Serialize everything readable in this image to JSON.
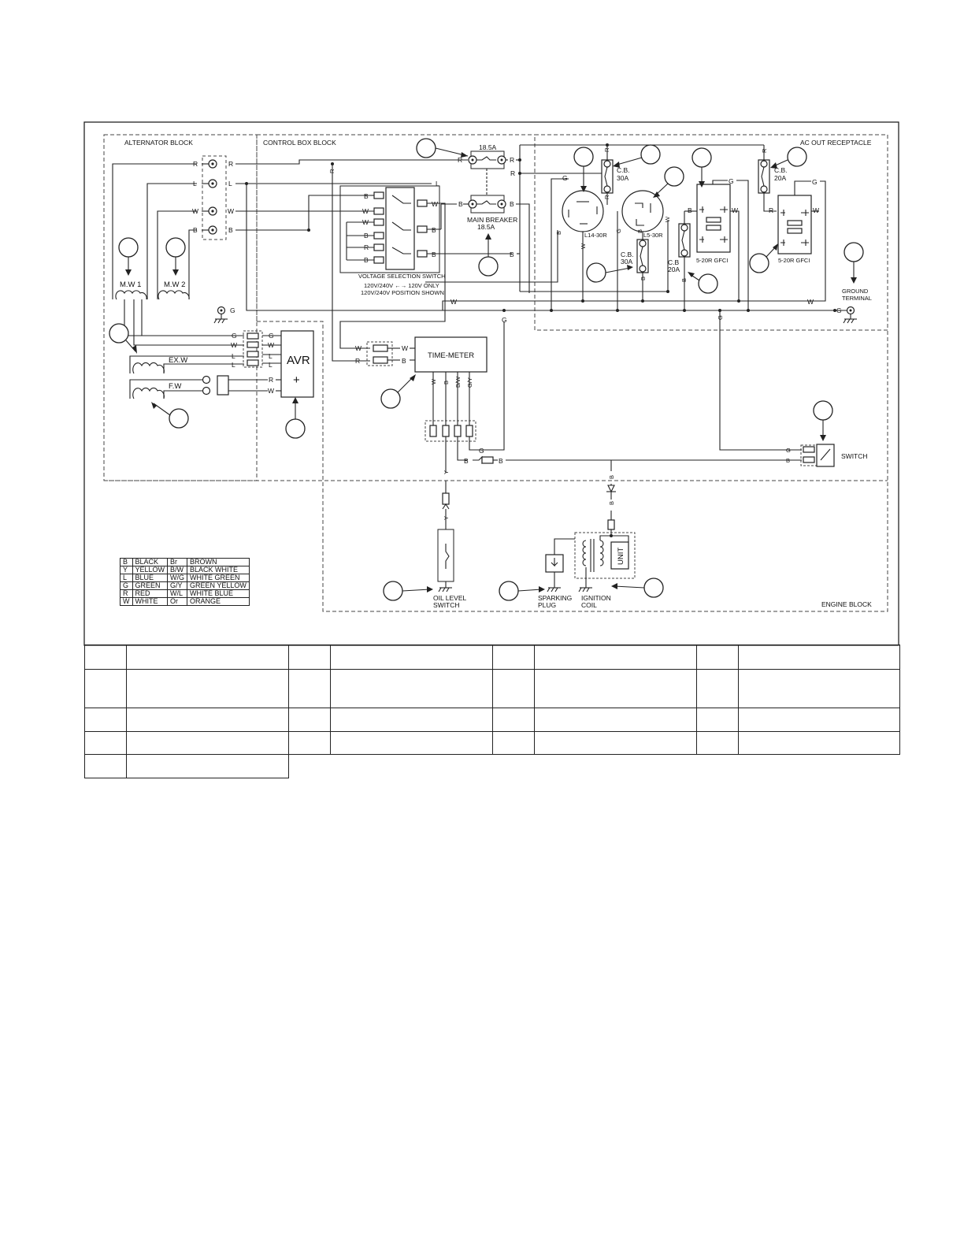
{
  "blocks": {
    "alternator": "ALTERNATOR BLOCK",
    "control_box": "CONTROL BOX BLOCK",
    "ac_out": "AC OUT RECEPTACLE",
    "engine": "ENGINE BLOCK"
  },
  "components": {
    "mw1": "M.W 1",
    "mw2": "M.W 2",
    "exw": "EX.W",
    "fw": "F.W",
    "avr": "AVR",
    "avr_plus": "+",
    "time_meter": "TIME-METER",
    "breaker_top": "18.5A",
    "main_breaker": "MAIN BREAKER",
    "main_breaker_rating": "18.5A",
    "voltage_switch": "VOLTAGE SELECTION SWITCH",
    "voltage_switch_note1": "120V/240V ←→ 120V ONLY",
    "voltage_switch_note2": "120V/240V POSITION SHOWN",
    "l14": "L14-30R",
    "l5": "L5-30R",
    "gfci1": "5-20R GFCI",
    "gfci2": "5-20R GFCI",
    "cb_label": "C.B.",
    "cb_30a": "30A",
    "cb_20a": "20A",
    "cb_label_b": "C.B",
    "ground_terminal_1": "GROUND",
    "ground_terminal_2": "TERMINAL",
    "switch": "SWITCH",
    "oil_level_1": "OIL LEVEL",
    "oil_level_2": "SWITCH",
    "spark_1": "SPARKING",
    "spark_2": "PLUG",
    "ignition_1": "IGNITION",
    "ignition_2": "COIL",
    "unit": "UNIT"
  },
  "wire_codes": {
    "B": "B",
    "L": "L",
    "W": "W",
    "R": "R",
    "G": "G",
    "Y": "Y",
    "BW": "B/W",
    "GY": "G/Y"
  },
  "legend": [
    [
      "B",
      "BLACK",
      "Br",
      "BROWN"
    ],
    [
      "Y",
      "YELLOW",
      "B/W",
      "BLACK WHITE"
    ],
    [
      "L",
      "BLUE",
      "W/G",
      "WHITE GREEN"
    ],
    [
      "G",
      "GREEN",
      "G/Y",
      "GREEN YELLOW"
    ],
    [
      "R",
      "RED",
      "W/L",
      "WHITE BLUE"
    ],
    [
      "W",
      "WHITE",
      "Or",
      "ORANGE"
    ]
  ]
}
